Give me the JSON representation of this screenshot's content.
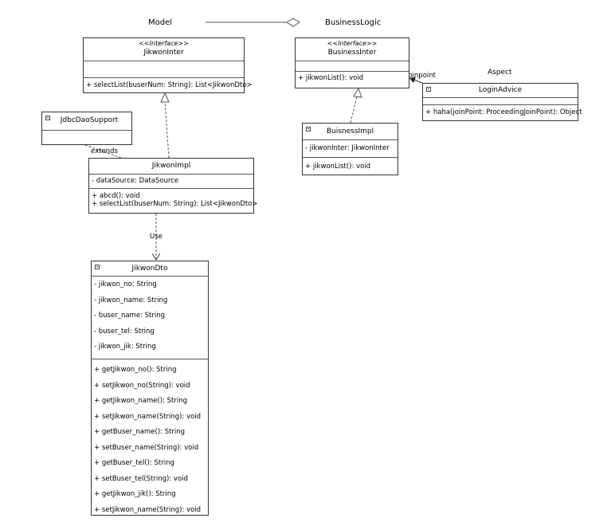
{
  "labels": {
    "model": "Model",
    "business_logic": "BusinessLogic",
    "aspect": "Aspect",
    "extends": "extends",
    "use": "Use",
    "joinpoint": "joinpoint"
  },
  "jikwon_inter": {
    "stereotype": "<<Interface>>",
    "name": "JikwonInter",
    "methods": [
      "+ selectList(buserNum: String): List<JikwonDto>"
    ]
  },
  "business_inter": {
    "stereotype": "<<Interface>>",
    "name": "BusinessInter",
    "methods": [
      "+ jikwonList(): void"
    ]
  },
  "login_advice": {
    "name": "LoginAdvice",
    "methods": [
      "+ haha(joinPoint: ProceedingJoinPoint): Object"
    ]
  },
  "jdbc_dao_support": {
    "name": "JdbcDaoSupport"
  },
  "business_impl": {
    "name": "BuisnessImpl",
    "attributes": [
      "- jikwonInter: JikwonInter"
    ],
    "methods": [
      "+ jikwonList(): void"
    ]
  },
  "jikwon_impl": {
    "name": "JikwonImpl",
    "attributes": [
      "- dataSource: DataSource"
    ],
    "methods": [
      "+ abcd(): void",
      "+ selectList(buserNum: String): List<JikwonDto>"
    ]
  },
  "jikwon_dto": {
    "name": "JikwonDto",
    "attributes": [
      "- jikwon_no: String",
      "- jikwon_name: String",
      "- buser_name: String",
      "- buser_tel: String",
      "- jikwon_jik: String"
    ],
    "methods": [
      "+ getJikwon_no(): String",
      "+ setJikwon_no(String): void",
      "+ getJikwon_name(): String",
      "+ setJikwon_name(String): void",
      "+ getBuser_name(): String",
      "+ setBuser_name(String): void",
      "+ getBuser_tel(): String",
      "+ setBuser_tel(String): void",
      "+ getJikwon_jik(): String",
      "+ setJikwon_name(String): void"
    ]
  }
}
